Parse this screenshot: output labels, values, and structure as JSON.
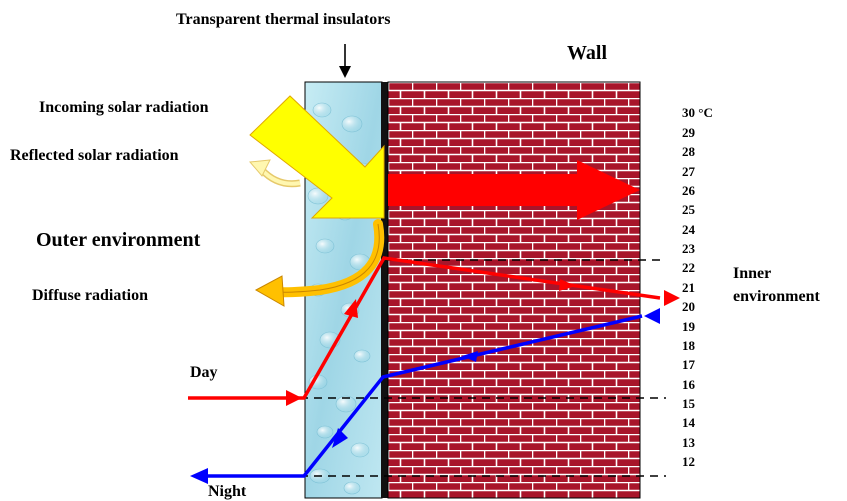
{
  "labels": {
    "transparent_insulators": "Transparent thermal insulators",
    "wall": "Wall",
    "incoming_solar": "Incoming solar radiation",
    "reflected_solar": "Reflected solar radiation",
    "outer_env": "Outer environment",
    "diffuse": "Diffuse radiation",
    "day": "Day",
    "night": "Night",
    "inner_line1": "Inner",
    "inner_line2": "environment"
  },
  "temperature_scale": {
    "top_label": "30 °C",
    "ticks": [
      "29",
      "28",
      "27",
      "26",
      "25",
      "24",
      "23",
      "22",
      "21",
      "20",
      "19",
      "18",
      "17",
      "16",
      "15",
      "14",
      "13",
      "12"
    ]
  },
  "colors": {
    "insulator_fill": "#a9dbe8",
    "brick_fill": "#a8152a",
    "mortar": "#ffffff",
    "solar_yellow": "#ffff00",
    "heat_red": "#ff0000",
    "diffuse_orange": "#ffc000",
    "day_line": "#ff0000",
    "night_line": "#0000ff",
    "dashed": "#000000"
  }
}
